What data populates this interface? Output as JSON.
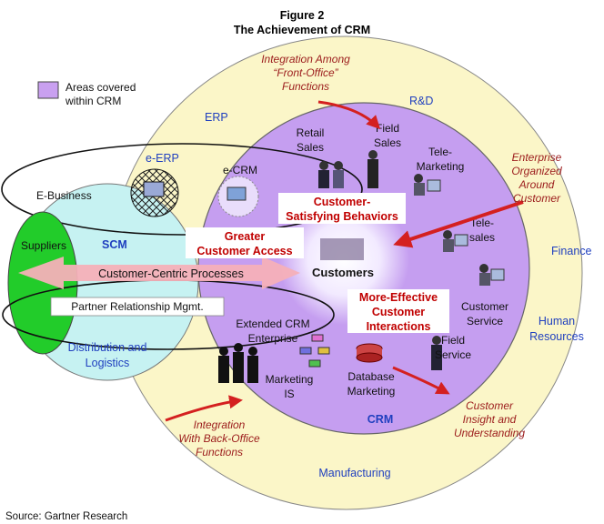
{
  "figure_label": "Figure 2",
  "title": "The Achievement of CRM",
  "legend": {
    "line1": "Areas covered",
    "line2": "within CRM",
    "swatch_color": "#c9a0f0"
  },
  "rings": {
    "erp": "ERP",
    "rd": "R&D",
    "finance": "Finance",
    "hr_line1": "Human",
    "hr_line2": "Resources",
    "manufacturing": "Manufacturing",
    "crm": "CRM",
    "e_erp": "e-ERP",
    "e_crm": "e-CRM",
    "scm": "SCM",
    "dist_line1": "Distribution and",
    "dist_line2": "Logistics",
    "suppliers": "Suppliers",
    "ebusiness": "E-Business",
    "prm": "Partner Relationship Mgmt.",
    "ext_line1": "Extended CRM",
    "ext_line2": "Enterprise",
    "customers": "Customers"
  },
  "functions": {
    "retail_line1": "Retail",
    "retail_line2": "Sales",
    "field_sales_line1": "Field",
    "field_sales_line2": "Sales",
    "telemarketing_line1": "Tele-",
    "telemarketing_line2": "Marketing",
    "telesales_line1": "Tele-",
    "telesales_line2": "sales",
    "custservice_line1": "Customer",
    "custservice_line2": "Service",
    "fieldservice_line1": "Field",
    "fieldservice_line2": "Service",
    "dbmarketing_line1": "Database",
    "dbmarketing_line2": "Marketing",
    "marketing_is_line1": "Marketing",
    "marketing_is_line2": "IS"
  },
  "callouts": {
    "front_line1": "Integration Among",
    "front_line2": "“Front-Office”",
    "front_line3": "Functions",
    "enterprise_line1": "Enterprise",
    "enterprise_line2": "Organized",
    "enterprise_line3": "Around",
    "enterprise_line4": "Customer",
    "back_line1": "Integration",
    "back_line2": "With Back-Office",
    "back_line3": "Functions",
    "insight_line1": "Customer",
    "insight_line2": "Insight and",
    "insight_line3": "Understanding"
  },
  "boxes": {
    "satisfying_line1": "Customer-",
    "satisfying_line2": "Satisfying Behaviors",
    "access_line1": "Greater",
    "access_line2": "Customer Access",
    "effective_line1": "More-Effective",
    "effective_line2": "Customer",
    "effective_line3": "Interactions",
    "centric": "Customer-Centric Processes"
  },
  "source": "Source: Gartner Research",
  "colors": {
    "outer_ring": "#fbf6c8",
    "crm_circle": "#c59ef0",
    "scm_ellipse": "#c6f2f2",
    "suppliers": "#22cc2a",
    "arrow_pink": "#f5b0b8",
    "accent_red": "#d42020",
    "label_blue": "#1f3fbf"
  }
}
